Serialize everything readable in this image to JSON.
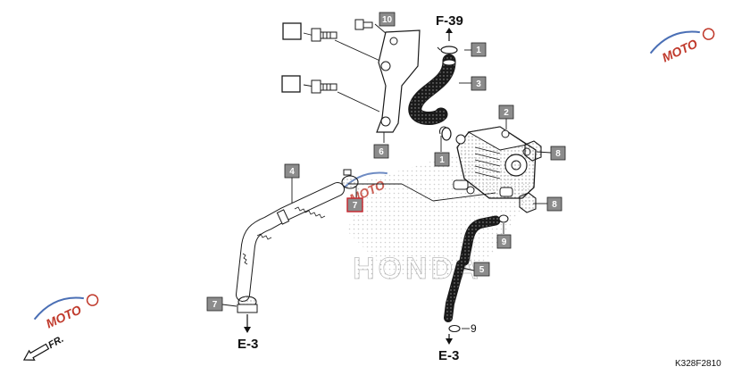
{
  "diagram": {
    "references": {
      "top": "F-39",
      "bottom_left": "E-3",
      "bottom_right": "E-3",
      "direction": "FR."
    },
    "part_number_code": "K328F2810",
    "watermark_text": "HONDA",
    "site_logo_text": "MOTO",
    "callouts": [
      {
        "id": "c10",
        "label": "10"
      },
      {
        "id": "c1a",
        "label": "1"
      },
      {
        "id": "c3",
        "label": "3"
      },
      {
        "id": "c2",
        "label": "2"
      },
      {
        "id": "c6",
        "label": "6"
      },
      {
        "id": "c1b",
        "label": "1"
      },
      {
        "id": "c8a",
        "label": "8"
      },
      {
        "id": "c4",
        "label": "4"
      },
      {
        "id": "c7a",
        "label": "7"
      },
      {
        "id": "c8b",
        "label": "8"
      },
      {
        "id": "c9a",
        "label": "9"
      },
      {
        "id": "c5",
        "label": "5"
      },
      {
        "id": "c7b",
        "label": "7"
      },
      {
        "id": "c9b",
        "label": "9"
      }
    ],
    "colors": {
      "callout_fill": "#8c8c8c",
      "callout_highlight": "#c8222a",
      "line": "#1a1a1a",
      "watermark": "#d0d0d0",
      "logo": "#c0392b"
    }
  }
}
